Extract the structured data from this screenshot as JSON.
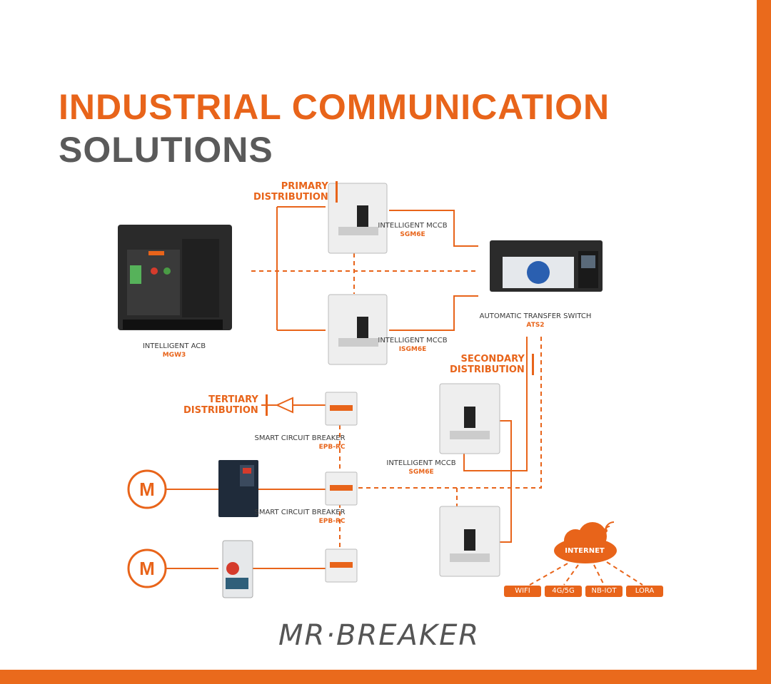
{
  "title": {
    "line1": "INDUSTRIAL COMMUNICATION",
    "line2": "SOLUTIONS"
  },
  "sections": {
    "primary": {
      "line1": "PRIMARY",
      "line2": "DISTRIBUTION"
    },
    "secondary": {
      "line1": "SECONDARY",
      "line2": "DISTRIBUTION"
    },
    "tertiary": {
      "line1": "TERTIARY",
      "line2": "DISTRIBUTION"
    }
  },
  "devices": {
    "acb": {
      "name": "INTELLIGENT ACB",
      "model": "MGW3"
    },
    "mccb1": {
      "name": "INTELLIGENT MCCB",
      "model": "SGM6E"
    },
    "mccb2": {
      "name": "INTELLIGENT MCCB",
      "model": "ISGM6E"
    },
    "ats": {
      "name": "AUTOMATIC TRANSFER SWITCH",
      "model": "ATS2"
    },
    "mccb3": {
      "name": "INTELLIGENT MCCB",
      "model": "SGM6E"
    },
    "scb1": {
      "name": "SMART CIRCUIT BREAKER",
      "model": "EPB-RC"
    },
    "scb2": {
      "name": "SMART CIRCUIT BREAKER",
      "model": "EPB-RC"
    }
  },
  "motors": [
    {
      "label": "M"
    },
    {
      "label": "M"
    }
  ],
  "internet": {
    "label": "INTERNET",
    "technologies": [
      "WIFI",
      "4G/5G",
      "NB-IOT",
      "LORA"
    ]
  },
  "brand": "MR·BREAKER",
  "colors": {
    "accent": "#e8641a",
    "text_dark": "#5a5a5a",
    "frame": "#ea6a1c"
  }
}
